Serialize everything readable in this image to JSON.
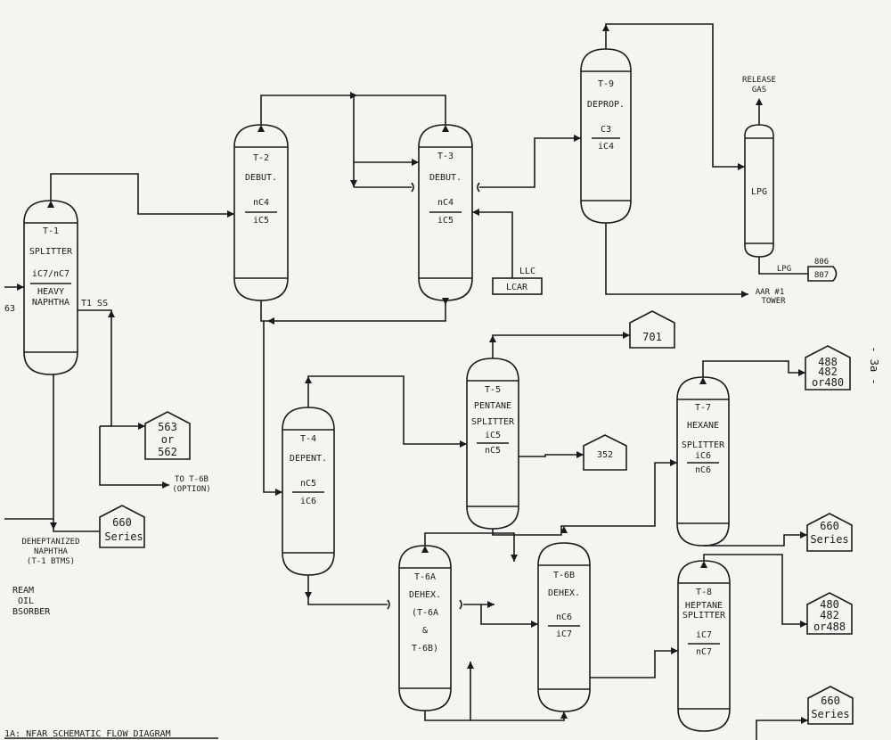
{
  "page_number": "- 3a -",
  "caption": "1A:  NFAR SCHEMATIC FLOW DIAGRAM",
  "edge_labels": {
    "feed_num": "63",
    "t1_ss": "T1 SS",
    "to_t6b": "TO T-6B",
    "option": "(OPTION)",
    "dehept": "DEHEPTANIZED",
    "naphtha": "NAPHTHA",
    "t1_btms": "(T-1 BTMS)",
    "ream": "REAM",
    "oil": "OIL",
    "absorber": "BSORBER",
    "release": "RELEASE",
    "gas": "GAS",
    "lpg_line": "LPG",
    "aar": "AAR #1",
    "tower": "TOWER",
    "llc": "LLC",
    "lcar": "LCAR"
  },
  "vessels": {
    "t1": {
      "id": "T-1",
      "name": "SPLITTER",
      "top": "iC7/nC7",
      "bot1": "HEAVY",
      "bot2": "NAPHTHA"
    },
    "t2": {
      "id": "T-2",
      "name": "DEBUT.",
      "top": "nC4",
      "bot": "iC5"
    },
    "t3": {
      "id": "T-3",
      "name": "DEBUT.",
      "top": "nC4",
      "bot": "iC5"
    },
    "t9": {
      "id": "T-9",
      "name": "DEPROP.",
      "top": "C3",
      "bot": "iC4"
    },
    "lpg": {
      "name": "LPG"
    },
    "t4": {
      "id": "T-4",
      "name": "DEPENT.",
      "top": "nC5",
      "bot": "iC6"
    },
    "t5": {
      "id": "T-5",
      "name1": "PENTANE",
      "name2": "SPLITTER",
      "top": "iC5",
      "bot": "nC5"
    },
    "t7": {
      "id": "T-7",
      "name1": "HEXANE",
      "name2": "SPLITTER",
      "top": "iC6",
      "bot": "nC6"
    },
    "t6a": {
      "id": "T-6A",
      "name": "DEHEX.",
      "l1": "(T-6A",
      "l2": "&",
      "l3": "T-6B)"
    },
    "t6b": {
      "id": "T-6B",
      "name": "DEHEX.",
      "top": "nC6",
      "bot": "iC7"
    },
    "t8": {
      "id": "T-8",
      "name1": "HEPTANE",
      "name2": "SPLITTER",
      "top": "iC7",
      "bot": "nC7"
    }
  },
  "tanks": {
    "t563": [
      "563",
      "or",
      "562"
    ],
    "t660a": [
      "660",
      "Series"
    ],
    "t701": [
      "701"
    ],
    "t352": [
      "352"
    ],
    "t488": [
      "488",
      "482",
      "or480"
    ],
    "t660b": [
      "660",
      "Series"
    ],
    "t480": [
      "480",
      "482",
      "or488"
    ],
    "t660c": [
      "660",
      "Series"
    ],
    "t806": [
      "806",
      "807"
    ]
  }
}
